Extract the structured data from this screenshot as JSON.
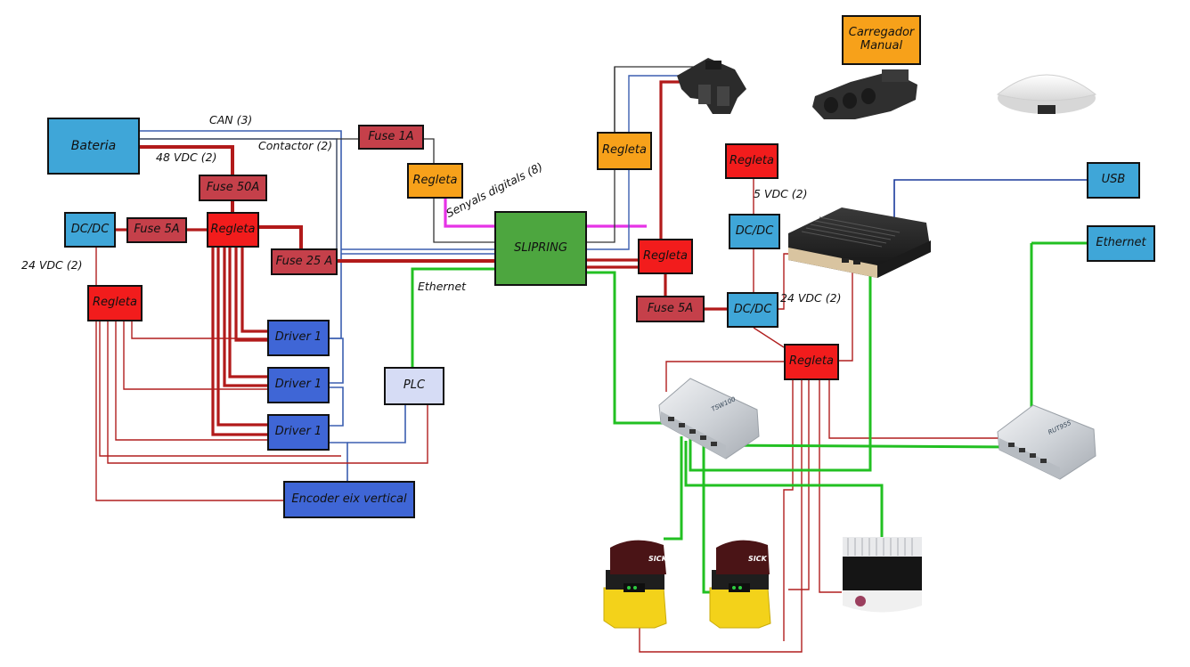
{
  "components": {
    "bateria": "Bateria",
    "fuse_50a": "Fuse 50A",
    "fuse_1a": "Fuse 1A",
    "fuse_25a": "Fuse 25 A",
    "fuse_5a_left": "Fuse 5A",
    "fuse_5a_right": "Fuse 5A",
    "dcdc_left": "DC/DC",
    "dcdc_right_top": "DC/DC",
    "dcdc_right_bottom": "DC/DC",
    "regleta_main": "Regleta",
    "regleta_left": "Regleta",
    "regleta_orange_mid": "Regleta",
    "regleta_orange_top": "Regleta",
    "regleta_slip_right": "Regleta",
    "regleta_top_right": "Regleta",
    "regleta_bottom_right": "Regleta",
    "slipring": "SLIPRING",
    "driver_1": "Driver 1",
    "driver_2": "Driver 1",
    "driver_3": "Driver 1",
    "plc": "PLC",
    "encoder": "Encoder eix vertical",
    "carregador": "Carregador Manual",
    "usb": "USB",
    "ethernet_right": "Ethernet"
  },
  "wire_labels": {
    "can": "CAN (3)",
    "contactor": "Contactor (2)",
    "vdc48": "48 VDC (2)",
    "vdc24_left": "24 VDC (2)",
    "senyals": "Senyals digitals (8)",
    "ethernet": "Ethernet",
    "vdc5": "5 VDC (2)",
    "vdc24_right": "24 VDC (2)"
  },
  "device_marks": {
    "sick": "SICK",
    "switch_model": "TSW100",
    "router_model": "RUT955"
  },
  "colors": {
    "power_dark_red": "#b21a1a",
    "signal_red": "#b01e1e",
    "can_blue": "#3b5fb0",
    "ethernet_green": "#22c022",
    "digital_magenta": "#e633e6",
    "usb_blue": "#1a3a9c",
    "light_blue_box": "#3fa6d8",
    "fuse_red": "#c5404a",
    "regleta_red": "#f21c1c",
    "orange_box": "#f7a11a",
    "slipring_green": "#4da63f",
    "driver_blue": "#3f66d6",
    "plc_lavender": "#d6dcf5"
  }
}
